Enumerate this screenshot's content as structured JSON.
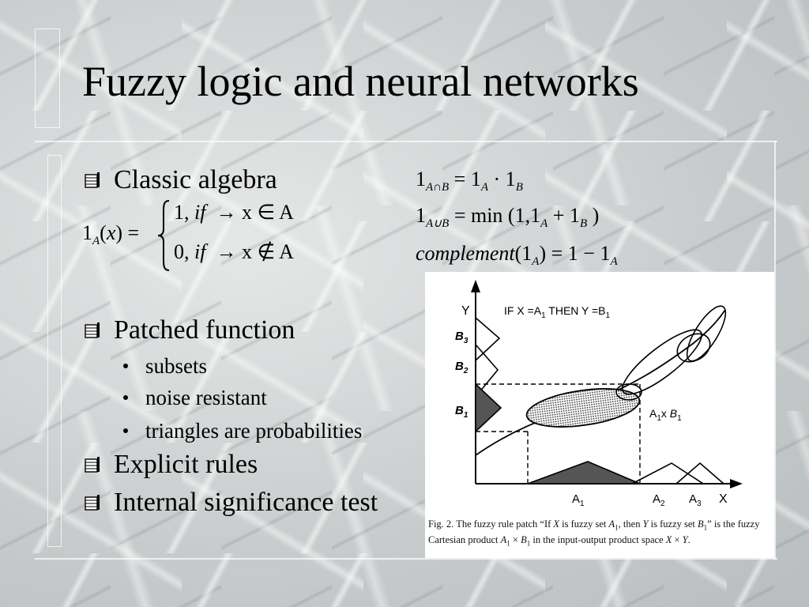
{
  "title": "Fuzzy logic and neural networks",
  "bullets": [
    {
      "label": "Classic algebra"
    },
    {
      "label": "Patched function",
      "subitems": [
        "subsets",
        "noise resistant",
        "triangles are probabilities"
      ]
    },
    {
      "label": "Explicit rules"
    },
    {
      "label": "Internal significance test"
    }
  ],
  "formulas": {
    "indicator": {
      "lhs": "1",
      "lhs_sub": "A",
      "arg": "x",
      "case1_value": "1, ",
      "case1_if": "if",
      "case1_cond": "→ x ∈ A",
      "case2_value": "0, ",
      "case2_if": "if",
      "case2_cond": "→ x ∉ A"
    },
    "intersection": {
      "lhs_sub": "A∩B",
      "rhs": "= 1",
      "rhs_sub1": "A",
      "mid": " · 1",
      "rhs_sub2": "B"
    },
    "union": {
      "lhs_sub": "A∪B",
      "rhs": "= min (1,1",
      "rhs_sub1": "A",
      "mid": " + 1",
      "rhs_sub2": "B",
      "close": " )"
    },
    "complement": {
      "word": "complement",
      "open": "(1",
      "sub1": "A",
      "rest": ") = 1 − 1",
      "sub2": "A"
    }
  },
  "figure": {
    "y_axis_label": "Y",
    "x_axis_label": "X",
    "rule_text": "IF X =A",
    "rule_sub1": "1",
    "rule_then": " THEN Y =B",
    "rule_sub2": "1",
    "b_labels": [
      {
        "main": "B",
        "sub": "3"
      },
      {
        "main": "B",
        "sub": "2"
      },
      {
        "main": "B",
        "sub": "1"
      }
    ],
    "a_labels": [
      {
        "main": "A",
        "sub": "1"
      },
      {
        "main": "A",
        "sub": "2"
      },
      {
        "main": "A",
        "sub": "3"
      }
    ],
    "product_label": {
      "a": "A",
      "a_sub": "1",
      "x": "x ",
      "b": "B",
      "b_sub": "1"
    },
    "caption": {
      "p1": "Fig. 2.    The fuzzy rule patch “If ",
      "v1": "X",
      "p2": " is fuzzy set ",
      "v2": "A",
      "s2": "1",
      "p3": ", then ",
      "v3": "Y",
      "p4": " is fuzzy set ",
      "v4": "B",
      "s4": "1",
      "p5": "” is the fuzzy Cartesian product ",
      "v5": "A",
      "s5": "1",
      "p6": " × ",
      "v6": "B",
      "s6": "1",
      "p7": " in the input-output product space ",
      "v7": "X",
      "p8": " × ",
      "v8": "Y",
      "p9": "."
    }
  }
}
